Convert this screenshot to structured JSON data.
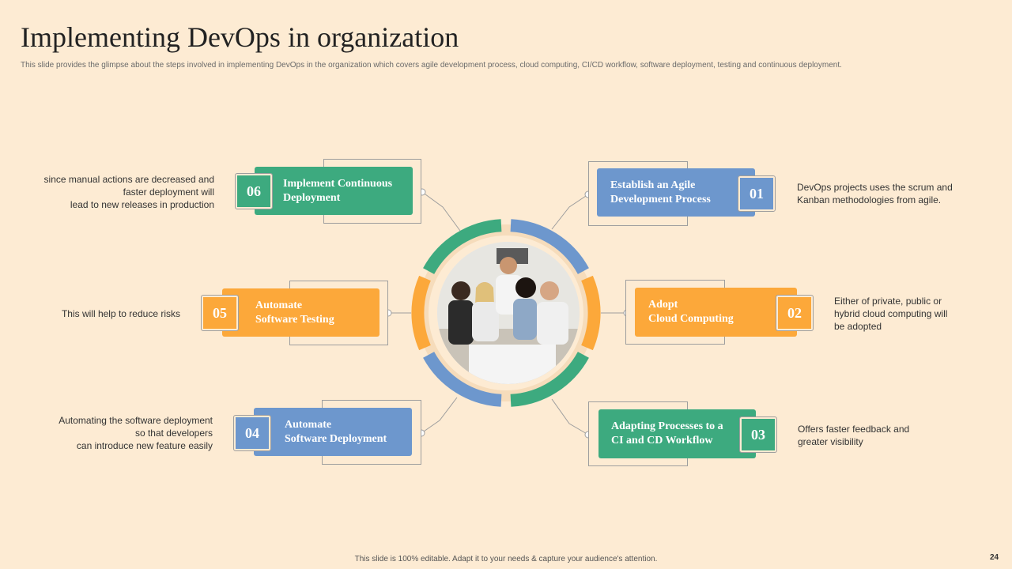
{
  "title": "Implementing DevOps in organization",
  "subtitle": "This slide provides the glimpse about the steps involved in implementing  DevOps in the organization which covers agile development process, cloud computing, CI/CD  workflow, software deployment, testing and continuous deployment.",
  "steps": [
    {
      "num": "01",
      "line1": "Establish an Agile",
      "line2": "Development Process",
      "color": "#6d97cd",
      "desc": [
        "DevOps  projects uses the scrum and",
        "Kanban methodologies from agile."
      ]
    },
    {
      "num": "02",
      "line1": "Adopt",
      "line2": "Cloud Computing",
      "color": "#fca83a",
      "desc": [
        "Either of private,  public or",
        "hybrid cloud computing will",
        "be adopted"
      ]
    },
    {
      "num": "03",
      "line1": "Adapting Processes to a",
      "line2": "CI and CD Workflow",
      "color": "#3daa7f",
      "desc": [
        "Offers  faster feedback and",
        "greater visibility"
      ]
    },
    {
      "num": "04",
      "line1": "Automate",
      "line2": "Software Deployment",
      "color": "#6d97cd",
      "desc": [
        "Automating the software deployment",
        "so that developers",
        "can introduce new feature easily"
      ]
    },
    {
      "num": "05",
      "line1": "Automate",
      "line2": "Software Testing",
      "color": "#fca83a",
      "desc": [
        "This will help to reduce risks"
      ]
    },
    {
      "num": "06",
      "line1": "Implement Continuous",
      "line2": "Deployment",
      "color": "#3daa7f",
      "desc": [
        "since manual actions are decreased  and",
        "faster deployment will",
        "lead to new releases in production"
      ]
    }
  ],
  "center_image": "team-meeting-photo",
  "footer": "This slide is 100% editable.  Adapt it to your needs & capture your audience's attention.",
  "page_number": "24",
  "colors": {
    "background": "#fdebd3",
    "green": "#3daa7f",
    "blue": "#6d97cd",
    "orange": "#fca83a"
  }
}
